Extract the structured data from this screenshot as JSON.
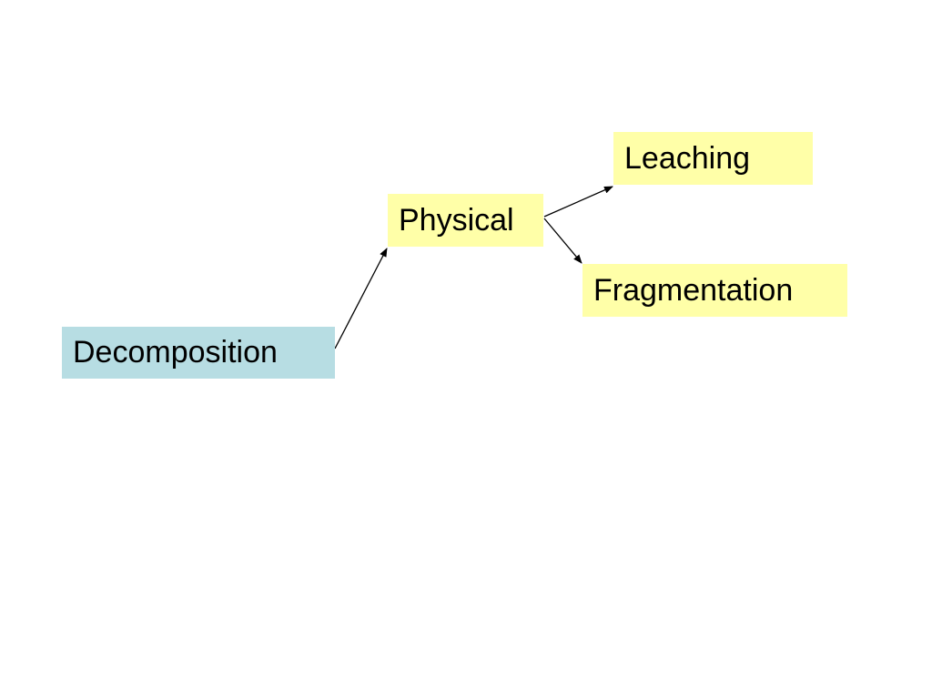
{
  "colors": {
    "root_fill": "#b7dde3",
    "branch_fill": "#ffffa8",
    "connector": "#000000"
  },
  "nodes": {
    "decomposition": "Decomposition",
    "physical": "Physical",
    "leaching": "Leaching",
    "fragmentation": "Fragmentation"
  }
}
